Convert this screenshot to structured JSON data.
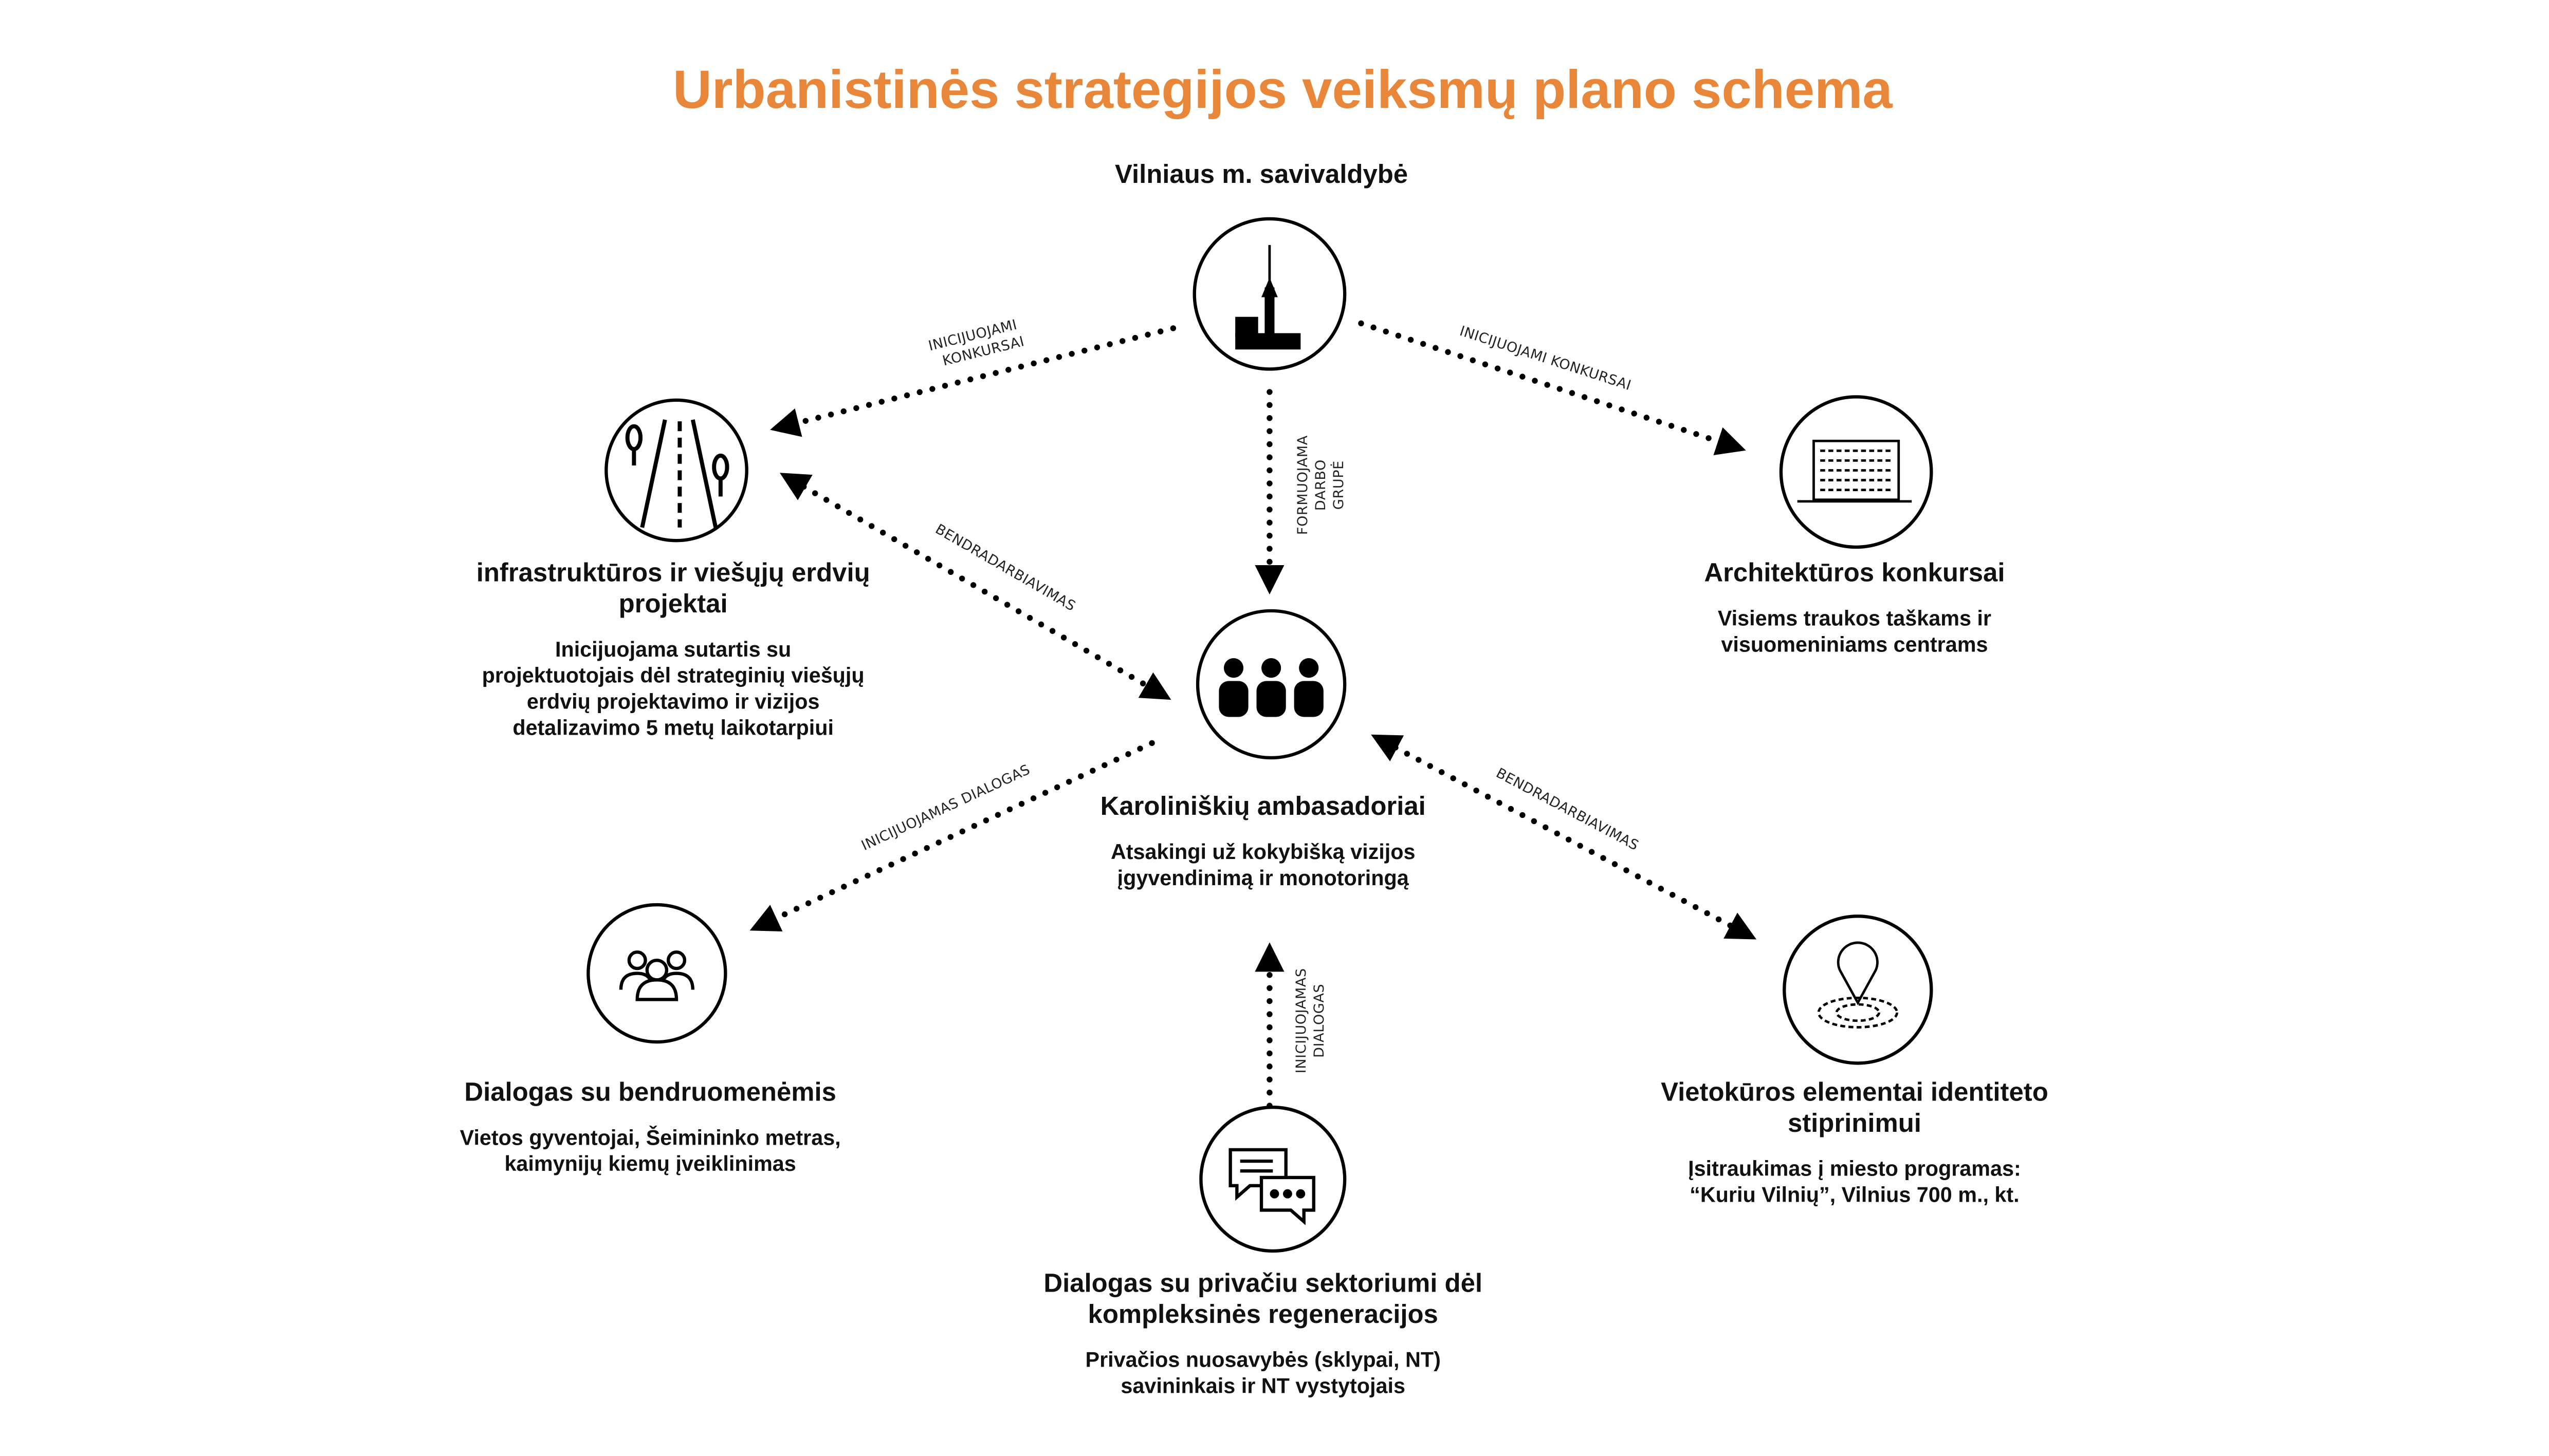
{
  "title": "Urbanistinės strategijos veiksmų plano schema",
  "accent_color": "#E8873A",
  "nodes": {
    "savivaldybe": {
      "title": "Vilniaus m. savivaldybė",
      "icon": "tv-tower-icon"
    },
    "infra": {
      "title_lines": [
        "infrastruktūros ir viešųjų erdvių",
        "projektai"
      ],
      "desc_lines": [
        "Inicijuojama sutartis su",
        "projektuotojais dėl strateginių viešųjų",
        "erdvių projektavimo ir vizijos",
        "detalizavimo 5 metų laikotarpiui"
      ],
      "icon": "road-icon"
    },
    "architektura": {
      "title": "Architektūros konkursai",
      "desc_lines": [
        "Visiems traukos taškams ir",
        "visuomeniniams centrams"
      ],
      "icon": "building-icon"
    },
    "ambasadoriai": {
      "title": "Karoliniškių ambasadoriai",
      "desc_lines": [
        "Atsakingi už kokybišką vizijos",
        "įgyvendinimą ir monotoringą"
      ],
      "icon": "people-icon"
    },
    "bendruomenes": {
      "title": "Dialogas su bendruomenėmis",
      "desc_lines": [
        "Vietos gyventojai, Šeimininko metras,",
        "kaimynijų kiemų įveiklinimas"
      ],
      "icon": "community-icon"
    },
    "vietokura": {
      "title_lines": [
        "Vietokūros elementai identiteto",
        "stiprinimui"
      ],
      "desc_lines": [
        "Įsitraukimas į miesto programas:",
        "“Kuriu Vilnių”, Vilnius 700 m., kt."
      ],
      "icon": "location-pin-icon"
    },
    "privatus": {
      "title_lines": [
        "Dialogas su privačiu sektoriumi dėl",
        "kompleksinės regeneracijos"
      ],
      "desc_lines": [
        "Privačios nuosavybės (sklypai, NT)",
        "savininkais ir NT vystytojais"
      ],
      "icon": "chat-icon"
    }
  },
  "edges": {
    "to_infra": [
      "INICIJUOJAMI",
      "KONKURSAI"
    ],
    "to_arch": "INICIJUOJAMI KONKURSAI",
    "to_ambasadoriai": [
      "FORMUOJAMA",
      "DARBO",
      "GRUPĖ"
    ],
    "infra_ambasadoriai": "BENDRADARBIAVIMAS",
    "to_bendruomenes": "INICIJUOJAMAS DIALOGAS",
    "ambasadoriai_vietokura": "BENDRADARBIAVIMAS",
    "from_privatus": [
      "INICIJUOJAMAS",
      "DIALOGAS"
    ]
  }
}
